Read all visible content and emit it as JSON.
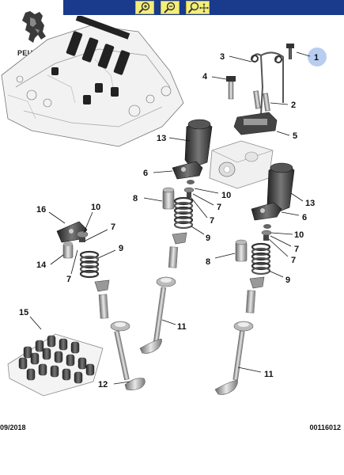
{
  "toolbar": {
    "buttons": [
      {
        "name": "zoom-in-button",
        "icon": "zoom-in-icon"
      },
      {
        "name": "zoom-out-button",
        "icon": "zoom-out-icon"
      },
      {
        "name": "zoom-pan-button",
        "icon": "zoom-pan-icon"
      }
    ],
    "background": "#1a3a8c",
    "button_color": "#f4ee7a"
  },
  "brand": {
    "name": "PEUGEOT"
  },
  "callouts": {
    "c1": "1",
    "c2": "2",
    "c3": "3",
    "c4": "4",
    "c5": "5",
    "c6a": "6",
    "c6b": "6",
    "c7a": "7",
    "c7b": "7",
    "c7c": "7",
    "c7d": "7",
    "c7e": "7",
    "c8a": "8",
    "c8b": "8",
    "c9a": "9",
    "c9b": "9",
    "c9c": "9",
    "c10a": "10",
    "c10b": "10",
    "c10c": "10",
    "c11a": "11",
    "c11b": "11",
    "c12": "12",
    "c13a": "13",
    "c13b": "13",
    "c14": "14",
    "c15": "15",
    "c16": "16"
  },
  "highlight_color": "#b8cdf0",
  "footer": {
    "date": "09/2018",
    "reference": "00116012"
  }
}
